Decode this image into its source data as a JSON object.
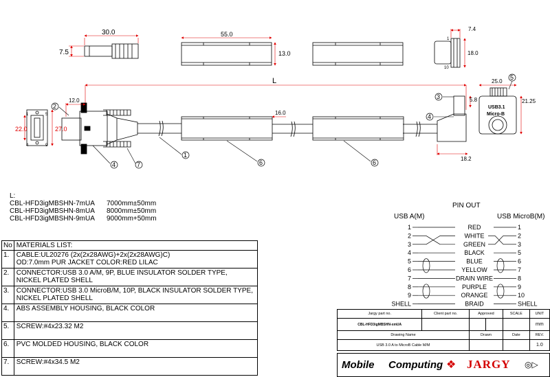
{
  "dimensions": {
    "d_30": "30.0",
    "d_7_5": "7.5",
    "d_55": "55.0",
    "d_13": "13.0",
    "d_7_4": "7.4",
    "d_18": "18.0",
    "d_L": "L",
    "d_12": "12.0",
    "d_22": "22.0",
    "d_27": "27.0",
    "d_16": "16.0",
    "d_5_8": "5.8",
    "d_18_2": "18.2",
    "d_25": "25.0",
    "d_21_25": "21.25",
    "pin_1": "1",
    "pin_10": "10",
    "pin_5": "5",
    "pin_9": "9",
    "pin_4": "4"
  },
  "callouts": [
    "1",
    "2",
    "3",
    "4",
    "5",
    "6",
    "7"
  ],
  "micro_label": [
    "USB3.1",
    "Micro-B"
  ],
  "length_table": {
    "heading": "L:",
    "rows": [
      {
        "part": "CBL-HFD3igMBSHN-7mUA",
        "length": "7000mm±50mm"
      },
      {
        "part": "CBL-HFD3igMBSHN-8mUA",
        "length": "8000mm±50mm"
      },
      {
        "part": "CBL-HFD3igMBSHN-9mUA",
        "length": "9000mm+50mm"
      }
    ]
  },
  "pinout": {
    "title": "PIN OUT",
    "left_header": "USB A(M)",
    "right_header": "USB MicroB(M)",
    "rows": [
      {
        "left": "1",
        "color": "RED",
        "right": "1",
        "style": "straight"
      },
      {
        "left": "2",
        "color": "WHITE",
        "right": "2",
        "style": "twist"
      },
      {
        "left": "3",
        "color": "GREEN",
        "right": "3",
        "style": "twist"
      },
      {
        "left": "4",
        "color": "BLACK",
        "right": "5",
        "style": "straight"
      },
      {
        "left": "5",
        "color": "BLUE",
        "right": "6",
        "style": "shield"
      },
      {
        "left": "6",
        "color": "YELLOW",
        "right": "7",
        "style": "shield"
      },
      {
        "left": "7",
        "color": "DRAIN WIRE",
        "right": "8",
        "style": "straight"
      },
      {
        "left": "8",
        "color": "PURPLE",
        "right": "9",
        "style": "shield"
      },
      {
        "left": "9",
        "color": "ORANGE",
        "right": "10",
        "style": "shield"
      },
      {
        "left": "SHELL",
        "color": "BRAID",
        "right": "SHELL",
        "style": "straight"
      }
    ]
  },
  "materials": {
    "no_header": "No",
    "title_header": "MATERIALS LIST:",
    "rows": [
      {
        "no": "1.",
        "line1": "CABLE:UL20276 (2x(2x28AWG)+2x(2x28AWG)C)",
        "line2": "OD:7.0mm  PUR JACKET COLOR:RED LILAC"
      },
      {
        "no": "2.",
        "line1": "CONNECTOR:USB 3.0 A/M, 9P, BLUE INSULATOR SOLDER TYPE,",
        "line2": "NICKEL PLATED SHELL"
      },
      {
        "no": "3.",
        "line1": "CONNECTOR:USB 3.0 MicroB/M, 10P, BLACK INSULATOR SOLDER TYPE,",
        "line2": "NICKEL PLATED SHELL"
      },
      {
        "no": "4.",
        "line1": "ABS ASSEMBLY HOUSING, BLACK COLOR",
        "line2": ""
      },
      {
        "no": "5.",
        "line1": "SCREW:#4x23.32 M2",
        "line2": ""
      },
      {
        "no": "6.",
        "line1": "PVC MOLDED HOUSING, BLACK COLOR",
        "line2": ""
      },
      {
        "no": "7.",
        "line1": "SCREW:#4x34.5 M2",
        "line2": ""
      }
    ]
  },
  "title_block": {
    "jargy_part_no_label": "Jargy part no.",
    "client_part_no_label": "Client part no.",
    "approved_label": "Approved",
    "scale_label": "SCALE",
    "unit_label": "UNIT",
    "part_no": "CBL-HFD3igMBSHN-xmUA",
    "unit": "mm",
    "drawing_name_label": "Drawing Name",
    "drawn_label": "Drawn",
    "date_label": "Date",
    "rev_label": "REV.",
    "drawing_name": "USB 3.0 A to MicroB Cable M/M",
    "rev": "1.0",
    "logo_mobile": "Mobile",
    "logo_computing": "Computing",
    "logo_jargy": "JARGY"
  },
  "colors": {
    "dimension": "#e00000",
    "line": "#000000",
    "brand_red": "#d40000"
  }
}
